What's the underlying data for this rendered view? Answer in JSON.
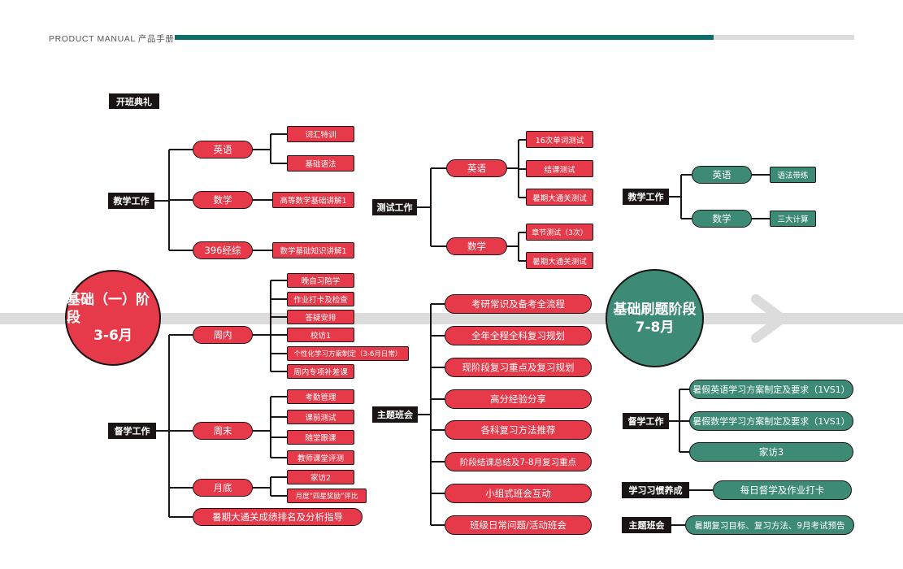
{
  "header": {
    "title": "PRODUCT MANUAL 产品手册"
  },
  "stage1": {
    "title": "基础（一）阶段",
    "period": "3-6月"
  },
  "stage2": {
    "title": "基础刷题阶段",
    "period": "7-8月"
  },
  "opening": "开班典礼",
  "teaching": {
    "label": "教学工作",
    "english": {
      "label": "英语",
      "items": [
        "词汇特训",
        "基础语法"
      ]
    },
    "math": {
      "label": "数学",
      "items": [
        "高等数学基础讲解1"
      ]
    },
    "exam396": {
      "label": "396经综",
      "items": [
        "数学基础知识讲解1"
      ]
    }
  },
  "testing": {
    "label": "测试工作",
    "english": {
      "label": "英语",
      "items": [
        "16次单词测试",
        "结课测试",
        "暑期大通关测试"
      ]
    },
    "math": {
      "label": "数学",
      "items": [
        "章节测试（3次）",
        "暑期大通关测试"
      ]
    }
  },
  "supervision": {
    "label": "督学工作",
    "weekday": {
      "label": "周内",
      "items": [
        "晚自习陪学",
        "作业打卡及检查",
        "答疑安排",
        "校访1",
        "个性化学习方案制定（3-6月日常）",
        "周内专项补差课"
      ]
    },
    "weekend": {
      "label": "周末",
      "items": [
        "考勤管理",
        "课前测试",
        "随堂跟课",
        "教师课堂评测"
      ]
    },
    "monthend": {
      "label": "月底",
      "items": [
        "家访2",
        "月度“四星奖励”评比"
      ]
    },
    "summer": "暑期大通关成绩排名及分析指导"
  },
  "theme_meeting": {
    "label": "主题班会",
    "items": [
      "考研常识及备考全流程",
      "全年全程全科复习规划",
      "现阶段复习重点及复习规划",
      "高分经验分享",
      "各科复习方法推荐",
      "阶段结课总结及7-8月复习重点",
      "小组式班会互动",
      "班级日常问题/活动班会"
    ]
  },
  "teaching2": {
    "label": "教学工作",
    "english": {
      "label": "英语",
      "item": "语法带练"
    },
    "math": {
      "label": "数学",
      "item": "三大计算"
    }
  },
  "supervision2": {
    "label": "督学工作",
    "items": [
      "暑假英语学习方案制定及要求（1VS1）",
      "暑假数学学习方案制定及要求（1VS1）",
      "家访3"
    ]
  },
  "habit2": {
    "label": "学习习惯养成",
    "item": "每日督学及作业打卡"
  },
  "theme2": {
    "label": "主题班会",
    "item": "暑期复习目标、复习方法、9月考试预告"
  },
  "colors": {
    "red": "#e63a4a",
    "teal": "#3d8b77",
    "dark": "#1a1414",
    "brand": "#0c6e6b",
    "gray": "#dcdcdc"
  }
}
